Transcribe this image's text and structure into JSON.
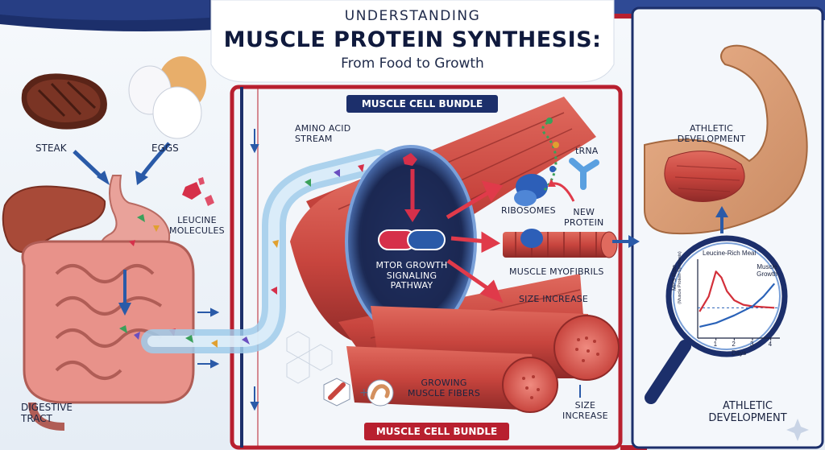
{
  "title": {
    "top": "UNDERSTANDING",
    "main": "MUSCLE PROTEIN SYNTHESIS:",
    "sub": "From Food to Growth"
  },
  "labels": {
    "steak": "STEAK",
    "eggs": "EGGS",
    "leucine_line1": "LEUCINE",
    "leucine_line2": "MOLECULES",
    "digestive_line1": "DIGESTIVE",
    "digestive_line2": "TRACT",
    "amino_line1": "AMINO ACID",
    "amino_line2": "STREAM",
    "muscle_cell_bundle_top": "MUSCLE CELL BUNDLE",
    "muscle_cell_bundle_bottom": "MUSCLE CELL BUNDLE",
    "mtor_line1": "mTOR GROWTH",
    "mtor_line2": "SIGNALING",
    "mtor_line3": "PATHWAY",
    "trna": "tRNA",
    "ribosomes": "RIBOSOMES",
    "new_protein_line1": "NEW",
    "new_protein_line2": "PROTEIN",
    "myofibrils": "MUSCLE MYOFIBRILS",
    "size_increase": "SIZE INCREASE",
    "growing_line1": "GROWING",
    "growing_line2": "MUSCLE FIBERS",
    "size_inc2_line1": "SIZE",
    "size_inc2_line2": "INCREASE",
    "athletic_top_line1": "ATHLETIC",
    "athletic_top_line2": "DEVELOPMENT",
    "athletic_bottom_line1": "ATHLETIC",
    "athletic_bottom_line2": "DEVELOPMENT",
    "plus": "+"
  },
  "chart_data": {
    "type": "line",
    "annotations": [
      "Leucine-Rich Meal",
      "Muscle Growth"
    ],
    "ylabel_line1": "MPS Rate",
    "ylabel_line2": "(Muscle Protein Synthesis)",
    "xlabel": "Days",
    "x_ticks": [
      1,
      2,
      3,
      4
    ],
    "xlim": [
      0,
      4.5
    ],
    "ylim": [
      0,
      1
    ],
    "series": [
      {
        "color": "#d3303a",
        "x": [
          0.1,
          0.6,
          1.0,
          1.3,
          1.6,
          2.0,
          2.5,
          3.0,
          3.6,
          4.2
        ],
        "y": [
          0.35,
          0.55,
          0.88,
          0.8,
          0.62,
          0.5,
          0.44,
          0.42,
          0.41,
          0.4
        ]
      },
      {
        "color": "#2a62b8",
        "x": [
          0.1,
          1.0,
          2.0,
          3.0,
          3.6,
          4.2
        ],
        "y": [
          0.15,
          0.2,
          0.3,
          0.42,
          0.55,
          0.72
        ]
      }
    ],
    "baseline_y": 0.4
  },
  "colors": {
    "navy": "#1c2f6b",
    "red": "#b8202f",
    "muscle": "#c8453e",
    "stream": "#a9d4ee"
  }
}
